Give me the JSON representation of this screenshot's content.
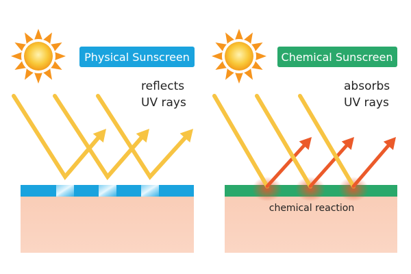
{
  "left_panel": {
    "badge_label": "Physical Sunscreen",
    "caption_line1": "reflects",
    "caption_line2": "UV rays",
    "badge_color": "#1aa3de",
    "sunscreen_layer_color": "#1aa3de"
  },
  "right_panel": {
    "badge_label": "Chemical Sunscreen",
    "caption_line1": "absorbs",
    "caption_line2": "UV rays",
    "reaction_label": "chemical reaction",
    "badge_color": "#2aa86b",
    "sunscreen_layer_color": "#2aa86b"
  },
  "colors": {
    "skin": "#f9cfba",
    "uv_ray": "#f7c443",
    "converted_ray": "#eb5a2a",
    "sun_core": "#f7b731",
    "sun_rays": "#f6951e"
  },
  "icons": {
    "sun": "sun-icon",
    "ray": "arrow-icon"
  }
}
